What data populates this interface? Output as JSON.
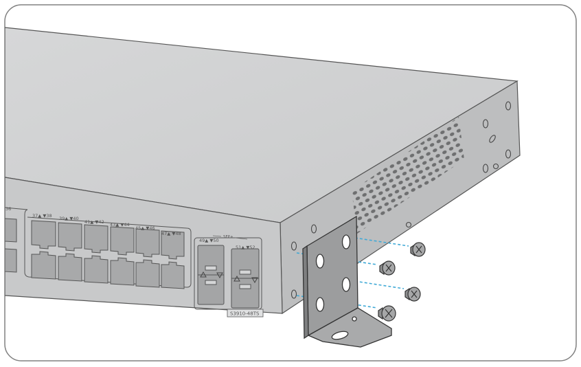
{
  "port_labels": {
    "p36": "36",
    "p37_38": "37▲ ▼38",
    "p39_40": "39▲ ▼40",
    "p41_42": "41▲ ▼42",
    "p43_44": "43▲ ▼44",
    "p45_46": "45▲ ▼46",
    "p47_48": "47▲ ▼48",
    "sfp_title": "SFP+",
    "p49_50": "49▲ ▼50",
    "p51_52": "51▲ ▼52"
  },
  "model_label": "S3910-48TS",
  "colors": {
    "frame": "#808080",
    "top_face": "#d0d1d2",
    "front_face": "#c6c7c8",
    "side_face": "#bcbdbe",
    "port": "#a6a7a8",
    "bracket": "#9a9b9c",
    "screw_line": "#3fa9d6"
  }
}
